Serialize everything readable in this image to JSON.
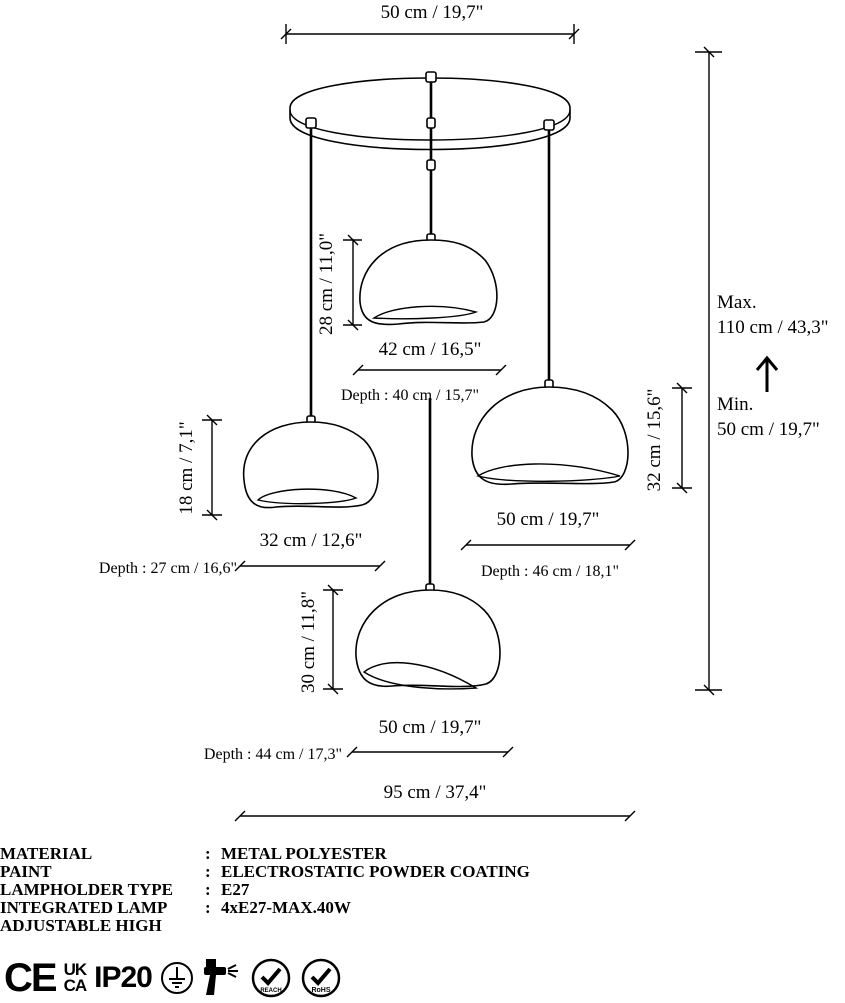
{
  "dimensions": {
    "canopy_width": "50 cm / 19,7\"",
    "total_height_max_label": "Max.",
    "total_height_max_value": "110 cm / 43,3\"",
    "total_height_min_label": "Min.",
    "total_height_min_value": "50 cm / 19,7\"",
    "shade_top_height": "28 cm / 11,0\"",
    "shade_top_width": "42 cm / 16,5\"",
    "shade_top_depth": "Depth : 40 cm / 15,7\"",
    "shade_left_height": "18 cm / 7,1\"",
    "shade_left_width": "32 cm / 12,6\"",
    "shade_left_depth": "Depth : 27 cm / 16,6\"",
    "shade_right_height": "32 cm / 15,6\"",
    "shade_right_width": "50 cm / 19,7\"",
    "shade_right_depth": "Depth : 46 cm / 18,1\"",
    "shade_bottom_height": "30 cm / 11,8\"",
    "shade_bottom_width": "50 cm / 19,7\"",
    "shade_bottom_depth": "Depth : 44 cm / 17,3\"",
    "overall_width": "95 cm / 37,4\""
  },
  "specs": [
    {
      "label": "MATERIAL",
      "colon": ":",
      "value": "METAL POLYESTER"
    },
    {
      "label": "PAINT",
      "colon": ":",
      "value": "ELECTROSTATIC POWDER COATING"
    },
    {
      "label": "LAMPHOLDER TYPE",
      "colon": ":",
      "value": "E27"
    },
    {
      "label": "INTEGRATED LAMP",
      "colon": ":",
      "value": "4xE27-MAX.40W"
    },
    {
      "label": "ADJUSTABLE HIGH",
      "colon": "",
      "value": ""
    }
  ],
  "certifications": {
    "ce": "CE",
    "ukca_top": "UK",
    "ukca_bottom": "CA",
    "ip": "IP20",
    "reach": "REACH",
    "rohs": "RoHS"
  }
}
